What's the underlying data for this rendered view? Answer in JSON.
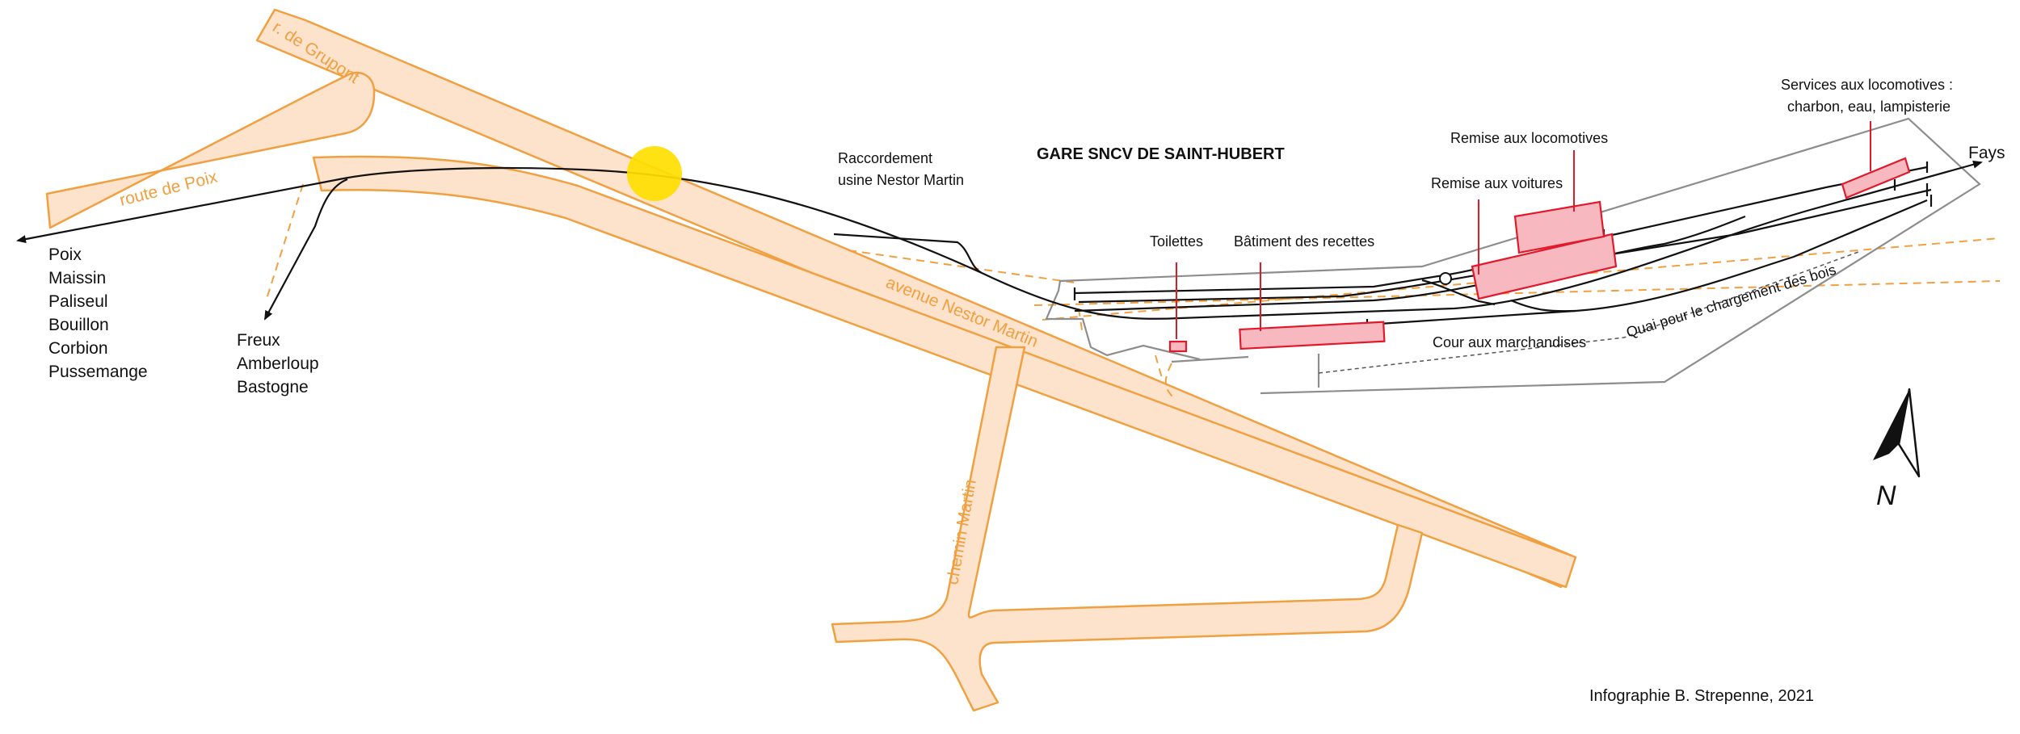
{
  "title": "GARE SNCV DE SAINT-HUBERT",
  "roads": {
    "grupont": "r. de Grupont",
    "poix": "route de Poix",
    "nestor_martin": "avenue Nestor Martin",
    "chemin_martin": "chemin Martin"
  },
  "destinations": {
    "west": [
      "Poix",
      "Maissin",
      "Paliseul",
      "Bouillon",
      "Corbion",
      "Pussemange"
    ],
    "south": [
      "Freux",
      "Amberloup",
      "Bastogne"
    ],
    "east": "Fays"
  },
  "labels": {
    "raccordement": [
      "Raccordement",
      "usine Nestor Martin"
    ],
    "toilettes": "Toilettes",
    "batiment": "Bâtiment des recettes",
    "remise_voitures": "Remise aux voitures",
    "remise_locomotives": "Remise aux locomotives",
    "services": [
      "Services aux locomotives :",
      "charbon, eau, lampisterie"
    ],
    "cour": "Cour aux marchandises",
    "quai": "Quai pour le chargement des bois"
  },
  "north": "N",
  "credit": "Infographie B. Strepenne, 2021",
  "colors": {
    "road_fill": "#fde2cc",
    "road_edge": "#f0a040",
    "building_fill": "#f8b8c0",
    "building_edge": "#e01a2b",
    "station_marker": "#ffde00",
    "railway": "#111111",
    "boundary": "#8d8d8d"
  }
}
